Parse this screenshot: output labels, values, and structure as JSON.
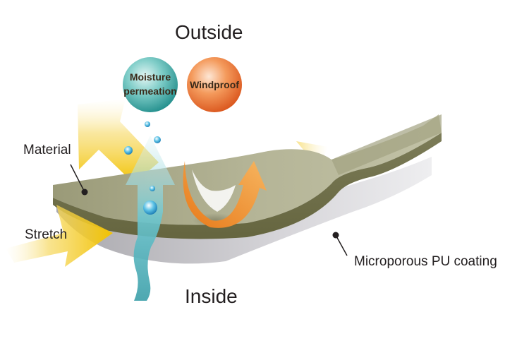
{
  "labels": {
    "outside": "Outside",
    "inside": "Inside",
    "material": "Material",
    "stretch": "Stretch",
    "coating": "Microporous PU coating"
  },
  "badges": {
    "moisture_line1": "Moisture",
    "moisture_line2": "permeation",
    "windproof": "Windproof"
  },
  "colors": {
    "material": "#8e8e6a",
    "coating": "#c9c8cc",
    "stretch_arrow": "#f2c200",
    "moisture_badge": "#3aa8a5",
    "windproof_badge": "#e8662b",
    "moisture_arrow": "#4fb4c0",
    "wind_arrow": "#f08a1c"
  }
}
